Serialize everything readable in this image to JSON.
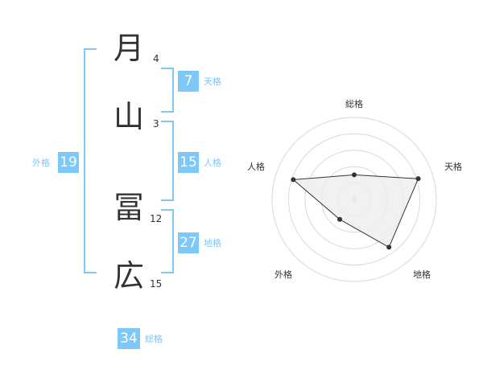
{
  "name_chars": [
    {
      "char": "月",
      "strokes": "4"
    },
    {
      "char": "山",
      "strokes": "3"
    },
    {
      "char": "冨",
      "strokes": "12"
    },
    {
      "char": "広",
      "strokes": "15"
    }
  ],
  "kaku": {
    "tenkaku": {
      "value": "7",
      "label": "天格"
    },
    "jinkaku": {
      "value": "15",
      "label": "人格"
    },
    "chikaku": {
      "value": "27",
      "label": "地格"
    },
    "gaikaku": {
      "value": "19",
      "label": "外格"
    },
    "soukaku": {
      "value": "34",
      "label": "総格"
    }
  },
  "colors": {
    "accent": "#7cc8f8",
    "text": "#333333",
    "grid": "#d8d8d8",
    "fill": "#eeeeee"
  },
  "chart_data": {
    "type": "radar",
    "axes": [
      "総格",
      "天格",
      "地格",
      "外格",
      "人格"
    ],
    "levels": 5,
    "max": 5,
    "values": [
      1.5,
      4.1,
      3.6,
      1.5,
      3.9
    ]
  }
}
